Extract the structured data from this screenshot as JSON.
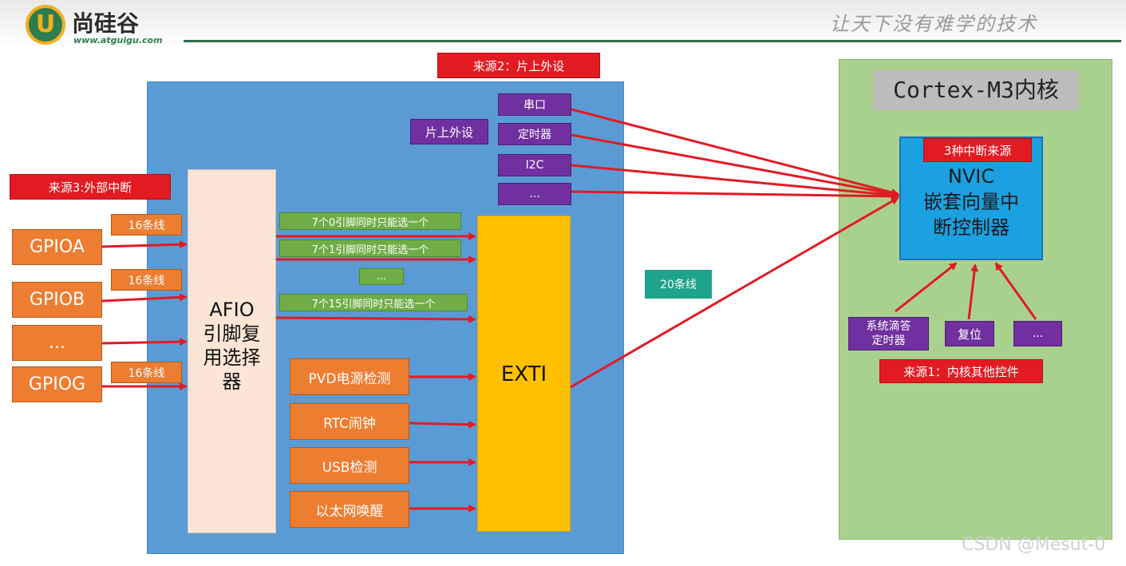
{
  "header": {
    "logo_mark": "U",
    "logo_text": "尚硅谷",
    "logo_url": "www.atguigu.com",
    "slogan": "让天下没有难学的技术"
  },
  "sources": {
    "source2": "来源2：片上外设",
    "source3": "来源3:外部中断",
    "source1": "来源1：内核其他控件",
    "three_sources": "3种中断来源"
  },
  "peripherals": {
    "label": "片上外设",
    "items": [
      "串口",
      "定时器",
      "I2C",
      "..."
    ]
  },
  "gpio": [
    "GPIOA",
    "GPIOB",
    "...",
    "GPIOG"
  ],
  "lines16": [
    "16条线",
    "16条线",
    "16条线"
  ],
  "afio": "AFIO\n引脚复\n用选择\n器",
  "pin_select": [
    "7个0引脚同时只能选一个",
    "7个1引脚同时只能选一个",
    "...",
    "7个15引脚同时只能选一个"
  ],
  "internal_sources": [
    "PVD电源检测",
    "RTC闹钟",
    "USB检测",
    "以太网唤醒"
  ],
  "exti": "EXTI",
  "lines20": "20条线",
  "core": {
    "title": "Cortex-M3内核",
    "nvic": "NVIC\n嵌套向量中\n断控制器",
    "others": [
      "系统滴答\n定时器",
      "复位",
      "..."
    ]
  },
  "watermark": "CSDN @Mesut-0",
  "colors": {
    "arrow": "#e21b23",
    "blue_panel": "#5b9bd5",
    "green_panel": "#a9d18e",
    "exti": "#ffc000",
    "nvic": "#1ba1e2"
  }
}
